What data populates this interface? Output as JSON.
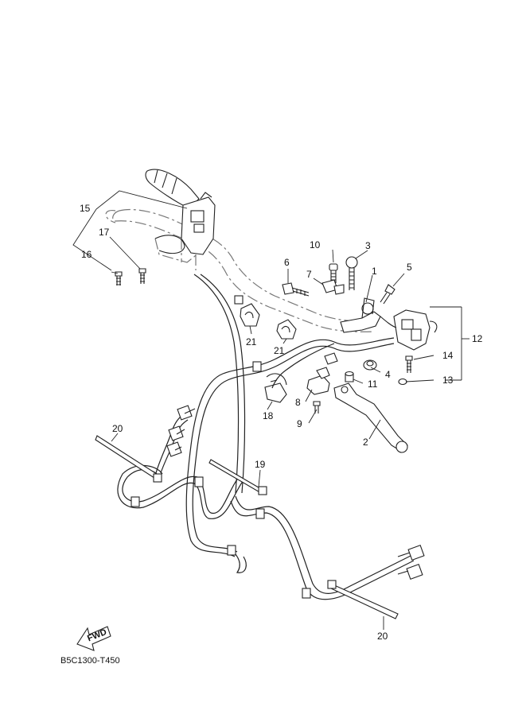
{
  "diagram_code": "B5C1300-T450",
  "fwd_label": "FWD",
  "callouts": [
    {
      "id": "c1",
      "num": "1"
    },
    {
      "id": "c2",
      "num": "2"
    },
    {
      "id": "c3",
      "num": "3"
    },
    {
      "id": "c4",
      "num": "4"
    },
    {
      "id": "c5",
      "num": "5"
    },
    {
      "id": "c6",
      "num": "6"
    },
    {
      "id": "c7",
      "num": "7"
    },
    {
      "id": "c8",
      "num": "8"
    },
    {
      "id": "c9",
      "num": "9"
    },
    {
      "id": "c10",
      "num": "10"
    },
    {
      "id": "c11",
      "num": "11"
    },
    {
      "id": "c12",
      "num": "12"
    },
    {
      "id": "c13",
      "num": "13"
    },
    {
      "id": "c14",
      "num": "14"
    },
    {
      "id": "c15",
      "num": "15"
    },
    {
      "id": "c16",
      "num": "16"
    },
    {
      "id": "c17",
      "num": "17"
    },
    {
      "id": "c18",
      "num": "18"
    },
    {
      "id": "c19",
      "num": "19"
    },
    {
      "id": "c20a",
      "num": "20"
    },
    {
      "id": "c20b",
      "num": "20"
    },
    {
      "id": "c21a",
      "num": "21"
    },
    {
      "id": "c21b",
      "num": "21"
    }
  ]
}
